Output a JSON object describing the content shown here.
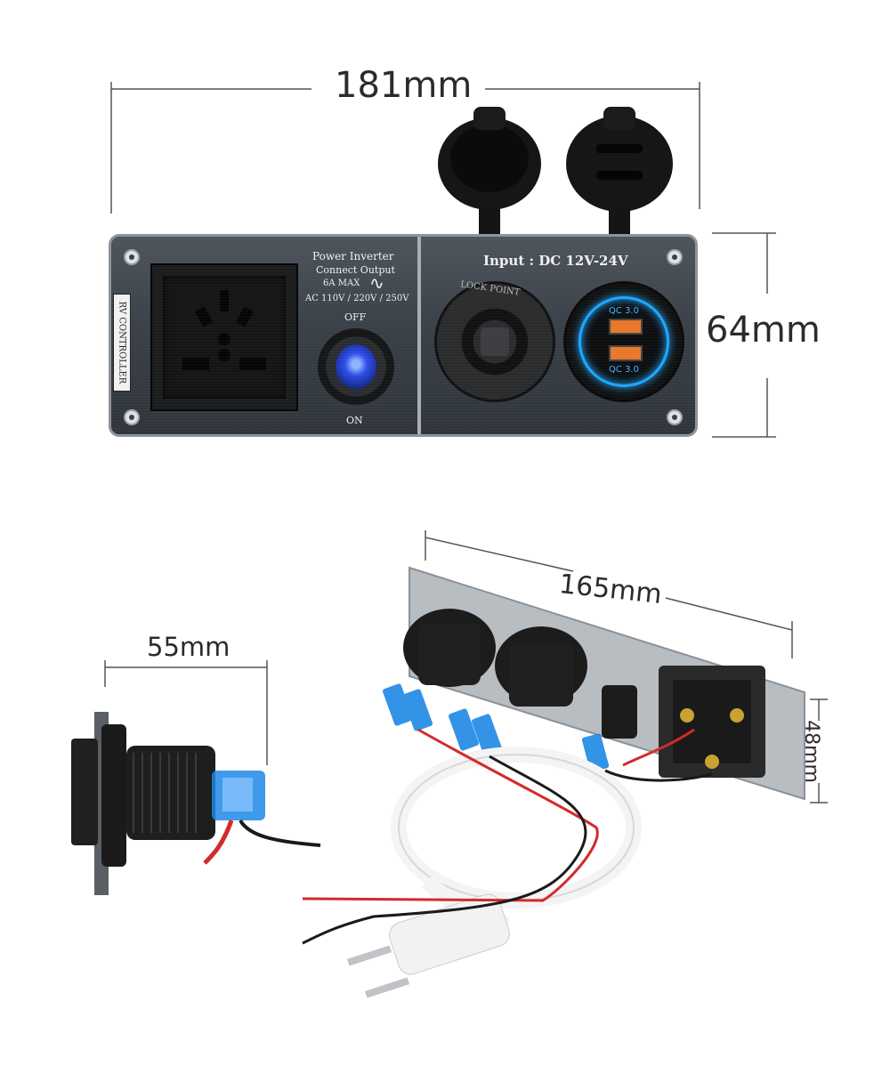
{
  "dimensions": {
    "top_width": "181mm",
    "top_height": "64mm",
    "side_depth": "55mm",
    "back_width": "165mm",
    "back_height": "48mm"
  },
  "panel": {
    "left_label": "RV CONTROLLER",
    "inverter_title": "Power Inverter",
    "inverter_subtitle": "Connect Output",
    "max_current": "6A MAX",
    "ac_symbol": "∿",
    "voltages": "AC 110V / 220V / 250V",
    "switch_off": "OFF",
    "switch_on": "ON",
    "input_label": "Input : DC 12V-24V",
    "lock_point": "LOCK POINT",
    "usb_port_1": "QC 3.0",
    "usb_port_2": "QC 3.0"
  },
  "colors": {
    "panel": "#3a4047",
    "usb_glow": "#1ea7ff",
    "switch_led": "#2d4ee8",
    "usb_port": "#e8772a",
    "connector": "#1e88e5",
    "wire_red": "#d22b2b",
    "wire_black": "#1a1a1a"
  }
}
